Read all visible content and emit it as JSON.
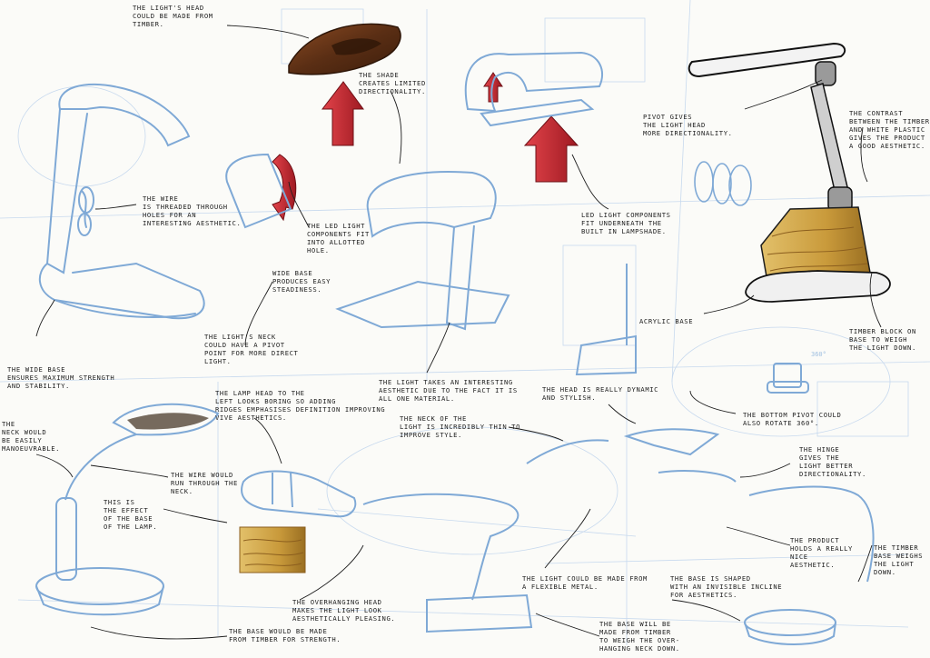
{
  "colors": {
    "paper": "#fbfbf8",
    "sketch_blue": "#7fa9d6",
    "construction_blue": "#b9d0ea",
    "ink": "#1d1d1d",
    "arrow_red": "#c4262e",
    "timber": "#c79a3c",
    "walnut": "#6b3a1c",
    "metal": "#8e8e8e"
  },
  "annotations": [
    {
      "name": "note-light-head-timber",
      "text": "The light's head\ncould be made from\ntimber."
    },
    {
      "name": "note-shade-directionality",
      "text": "The shade\ncreates limited\ndirectionality."
    },
    {
      "name": "note-pivot-directionality",
      "text": "Pivot gives\nthe light head\nmore directionality."
    },
    {
      "name": "note-timber-contrast",
      "text": "The contrast\nbetween the timber\nand white plastic\ngives the product\na good aesthetic."
    },
    {
      "name": "note-wire-holes",
      "text": "The wire\nis threaded through\nholes for an\ninteresting aesthetic."
    },
    {
      "name": "note-led-components-hole",
      "text": "The LED light\ncomponents fit\ninto allotted\nhole."
    },
    {
      "name": "note-led-under-lampshade",
      "text": "LED light components\nfit underneath the\nbuilt in lampshade."
    },
    {
      "name": "note-wide-base-easy",
      "text": "Wide base\nproduces easy\nsteadiness."
    },
    {
      "name": "note-neck-pivot",
      "text": "The light's neck\ncould have a pivot\npoint for more direct\nlight."
    },
    {
      "name": "note-acrylic-base",
      "text": "Acrylic base"
    },
    {
      "name": "note-timber-block",
      "text": "Timber block on\nbase to weigh\nthe light down."
    },
    {
      "name": "note-wide-base-stability",
      "text": "The wide base\nensures maximum strength\nand stability."
    },
    {
      "name": "note-one-material",
      "text": "The light takes an interesting\naesthetic due to the fact it is\nall one material."
    },
    {
      "name": "note-head-dynamic",
      "text": "The head is really dynamic\nand stylish."
    },
    {
      "name": "note-lamp-head-ridges",
      "text": "The lamp head to the\nleft looks boring so adding\nridges emphasises definition improving\nvive aesthetics."
    },
    {
      "name": "note-neck-thin",
      "text": "The neck of the\nlight is incredibly thin to\nimprove style."
    },
    {
      "name": "note-bottom-pivot",
      "text": "The bottom pivot could\nalso rotate 360°."
    },
    {
      "name": "note-neck-manoeuvrable",
      "text": "The\nneck would\nbe easily\nmanoeuvrable."
    },
    {
      "name": "note-wire-through-neck",
      "text": "The wire would\nrun through the\nneck."
    },
    {
      "name": "note-hinge-direction",
      "text": "The hinge\ngives the\nlight better\ndirectionality."
    },
    {
      "name": "note-effect-of-base",
      "text": "This is\nthe effect\nof the base\nof the lamp."
    },
    {
      "name": "note-nice-aesthetic",
      "text": "The product\nholds a really\nnice\naesthetic."
    },
    {
      "name": "note-timber-base-weighs",
      "text": "The timber\nbase weighs\nthe light down."
    },
    {
      "name": "note-flexible-metal",
      "text": "The light could be made from\na flexible metal."
    },
    {
      "name": "note-base-incline",
      "text": "The base is shaped\nwith an invisible incline\nfor aesthetics."
    },
    {
      "name": "note-overhanging-head",
      "text": "The overhanging head\nmakes the light look\naesthetically pleasing."
    },
    {
      "name": "note-base-timber-strength",
      "text": "The base would be made\nfrom timber for strength."
    },
    {
      "name": "note-base-timber-weigh",
      "text": "The base will be\nmade from timber\nto weigh the over-\nhanging neck down."
    }
  ],
  "scribbles": {
    "degree_mark": "360°"
  }
}
